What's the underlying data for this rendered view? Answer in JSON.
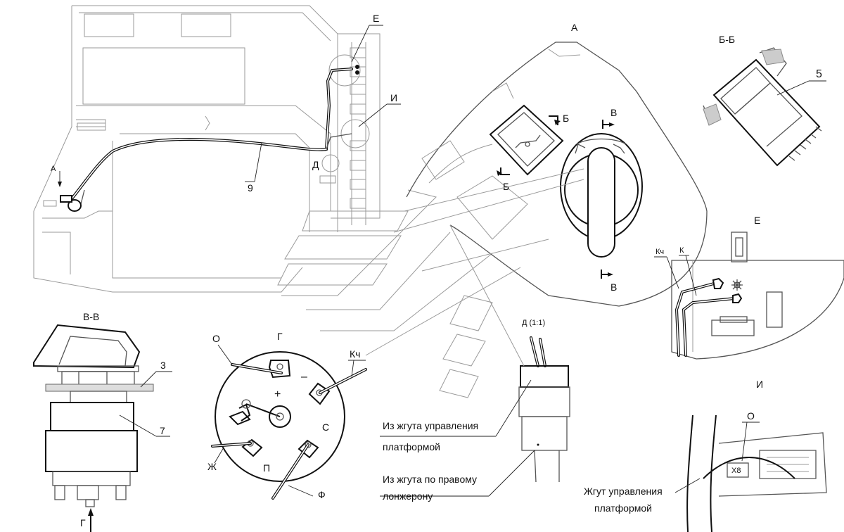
{
  "views": {
    "a": "А",
    "bb": "Б-Б",
    "vv": "В-В",
    "g": "Г",
    "e": "Е",
    "i": "И",
    "d_detail": "Д (1:1)"
  },
  "callouts": {
    "a_arrow": "А",
    "e_top": "Е",
    "i_top": "И",
    "d_left": "Д",
    "n9": "9",
    "n5": "5",
    "n3": "3",
    "n7": "7",
    "b_upper": "Б",
    "b_lower": "Б",
    "v_upper": "В",
    "v_lower": "В",
    "g_arrow": "Г"
  },
  "terminals": {
    "o": "О",
    "kch": "Кч",
    "plus": "+",
    "minus": "–",
    "zh": "Ж",
    "p": "П",
    "s": "С",
    "f": "Ф"
  },
  "detail_e": {
    "kch": "Кч",
    "k": "К"
  },
  "detail_i": {
    "o": "О",
    "x8": "Х8",
    "harness_line1": "Жгут управления",
    "harness_line2": "платформой"
  },
  "notes": {
    "platform_line1": "Из жгута управления",
    "platform_line2": "платформой",
    "spar_line1": "Из жгута по правому",
    "spar_line2": "лонжерону"
  }
}
